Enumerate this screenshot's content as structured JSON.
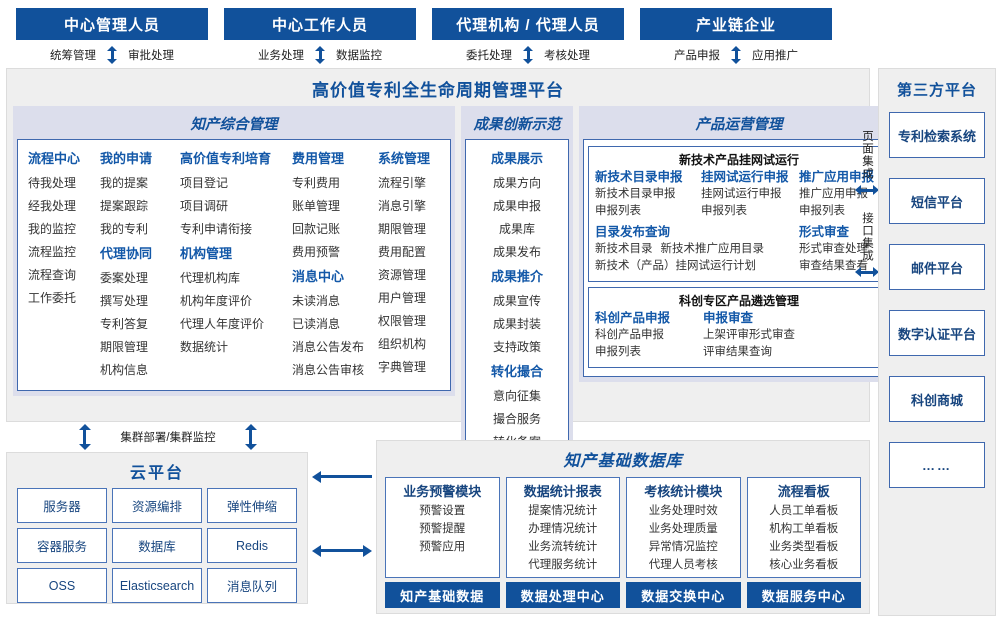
{
  "roles": [
    {
      "title": "中心管理人员",
      "links": [
        "统筹管理",
        "审批处理"
      ]
    },
    {
      "title": "中心工作人员",
      "links": [
        "业务处理",
        "数据监控"
      ]
    },
    {
      "title": "代理机构 / 代理人员",
      "links": [
        "委托处理",
        "考核处理"
      ]
    },
    {
      "title": "产业链企业",
      "links": [
        "产品申报",
        "应用推广"
      ]
    }
  ],
  "platform": {
    "title": "高价值专利全生命周期管理平台",
    "sections": {
      "comprehensive": {
        "title": "知产综合管理",
        "columns": [
          {
            "groups": [
              {
                "header": "流程中心",
                "items": [
                  "待我处理",
                  "经我处理",
                  "我的监控",
                  "流程监控",
                  "流程查询",
                  "工作委托"
                ]
              }
            ]
          },
          {
            "groups": [
              {
                "header": "我的申请",
                "items": [
                  "我的提案",
                  "提案跟踪",
                  "我的专利"
                ]
              },
              {
                "header": "代理协同",
                "items": [
                  "委案处理",
                  "撰写处理",
                  "专利答复",
                  "期限管理",
                  "机构信息"
                ]
              }
            ]
          },
          {
            "groups": [
              {
                "header": "高价值专利培育",
                "items": [
                  "项目登记",
                  "项目调研",
                  "专利申请衔接"
                ]
              },
              {
                "header": "机构管理",
                "items": [
                  "代理机构库",
                  "机构年度评价",
                  "代理人年度评价",
                  "数据统计"
                ]
              }
            ]
          },
          {
            "groups": [
              {
                "header": "费用管理",
                "items": [
                  "专利费用",
                  "账单管理",
                  "回款记账",
                  "费用预警"
                ]
              },
              {
                "header": "消息中心",
                "items": [
                  "未读消息",
                  "已读消息",
                  "消息公告发布",
                  "消息公告审核"
                ]
              }
            ]
          },
          {
            "groups": [
              {
                "header": "系统管理",
                "items": [
                  "流程引擎",
                  "消息引擎",
                  "期限管理",
                  "费用配置",
                  "资源管理",
                  "用户管理",
                  "权限管理",
                  "组织机构",
                  "字典管理"
                ]
              }
            ]
          }
        ]
      },
      "innovation": {
        "title": "成果创新示范",
        "groups": [
          {
            "header": "成果展示",
            "items": [
              "成果方向",
              "成果申报",
              "成果库",
              "成果发布"
            ]
          },
          {
            "header": "成果推介",
            "items": [
              "成果宣传",
              "成果封装",
              "支持政策"
            ]
          },
          {
            "header": "转化撮合",
            "items": [
              "意向征集",
              "撮合服务",
              "转化备案"
            ]
          }
        ]
      },
      "operations": {
        "title": "产品运营管理",
        "cards": [
          {
            "title": "新技术产品挂网试运行",
            "top_groups": [
              {
                "header": "新技术目录申报",
                "items": [
                  "新技术目录申报",
                  "申报列表"
                ]
              },
              {
                "header": "挂网试运行申报",
                "items": [
                  "挂网试运行申报",
                  "申报列表"
                ]
              },
              {
                "header": "推广应用申报",
                "items": [
                  "推广应用申报",
                  "申报列表"
                ]
              }
            ],
            "bottom_left": {
              "header": "目录发布查询",
              "row1": [
                "新技术目录",
                "新技术推广应用目录"
              ],
              "row2": [
                "新技术（产品）挂网试运行计划"
              ]
            },
            "bottom_right": {
              "header": "形式审查",
              "items": [
                "形式审查处理",
                "审查结果查看"
              ]
            }
          },
          {
            "title": "科创专区产品遴选管理",
            "groups": [
              {
                "header": "科创产品申报",
                "items": [
                  "科创产品申报",
                  "申报列表"
                ]
              },
              {
                "header": "申报审查",
                "items": [
                  "上架评审形式审查",
                  "评审结果查询"
                ]
              }
            ]
          }
        ]
      }
    }
  },
  "integration": {
    "page_label": "页面集成",
    "api_label": "接口集成"
  },
  "third_party": {
    "title": "第三方平台",
    "items": [
      "专利检索系统",
      "短信平台",
      "邮件平台",
      "数字认证平台",
      "科创商城",
      "……"
    ]
  },
  "cluster": {
    "label": "集群部署/集群监控"
  },
  "cloud": {
    "title": "云平台",
    "items": [
      "服务器",
      "资源编排",
      "弹性伸缩",
      "容器服务",
      "数据库",
      "Redis",
      "OSS",
      "Elasticsearch",
      "消息队列"
    ]
  },
  "database": {
    "title": "知产基础数据库",
    "columns": [
      {
        "header": "业务预警模块",
        "items": [
          "预警设置",
          "预警提醒",
          "预警应用"
        ],
        "footer": "知产基础数据"
      },
      {
        "header": "数据统计报表",
        "items": [
          "提案情况统计",
          "办理情况统计",
          "业务流转统计",
          "代理服务统计"
        ],
        "footer": "数据处理中心"
      },
      {
        "header": "考核统计模块",
        "items": [
          "业务处理时效",
          "业务处理质量",
          "异常情况监控",
          "代理人员考核"
        ],
        "footer": "数据交换中心"
      },
      {
        "header": "流程看板",
        "items": [
          "人员工单看板",
          "机构工单看板",
          "业务类型看板",
          "核心业务看板"
        ],
        "footer": "数据服务中心"
      }
    ]
  },
  "colors": {
    "brand_blue": "#11519b",
    "link_blue": "#1358a8",
    "panel_bg": "#efefef",
    "section_band": "#dcdeec",
    "border_blue": "#3f68ae"
  }
}
